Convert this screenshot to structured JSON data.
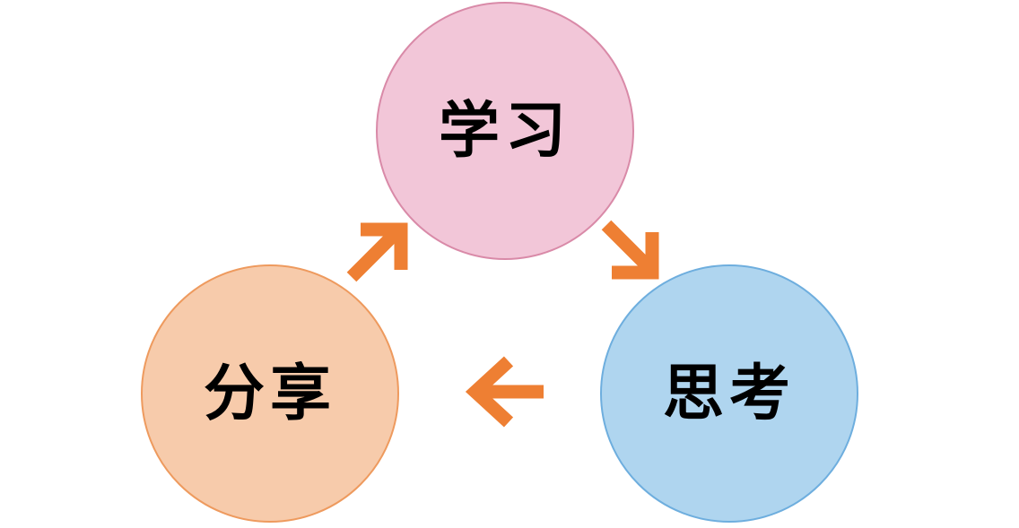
{
  "diagram": {
    "colors": {
      "arrow": "#ee7f33",
      "learn_fill": "#f2c6d8",
      "learn_border": "#d98aa8",
      "think_fill": "#afd5ef",
      "think_border": "#6eaede",
      "share_fill": "#f7cbab",
      "share_border": "#ee9a5e"
    },
    "nodes": {
      "learn": {
        "label": "学习"
      },
      "think": {
        "label": "思考"
      },
      "share": {
        "label": "分享"
      }
    },
    "cycle": [
      "learn",
      "think",
      "share"
    ]
  }
}
